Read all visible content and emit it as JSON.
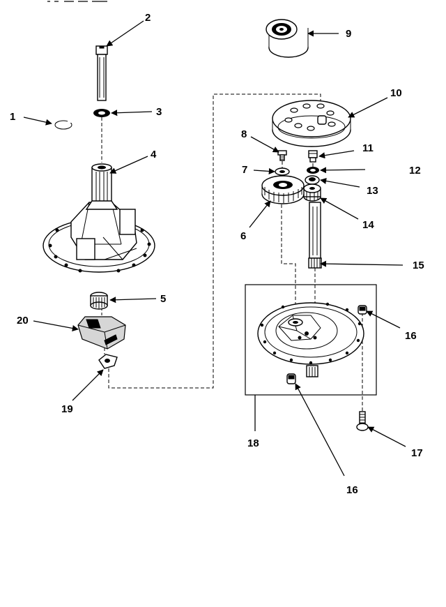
{
  "callouts": [
    {
      "id": "c1",
      "label": "1"
    },
    {
      "id": "c2",
      "label": "2"
    },
    {
      "id": "c3",
      "label": "3"
    },
    {
      "id": "c4",
      "label": "4"
    },
    {
      "id": "c5",
      "label": "5"
    },
    {
      "id": "c6",
      "label": "6"
    },
    {
      "id": "c7",
      "label": "7"
    },
    {
      "id": "c8",
      "label": "8"
    },
    {
      "id": "c9",
      "label": "9"
    },
    {
      "id": "c10",
      "label": "10"
    },
    {
      "id": "c11",
      "label": "11"
    },
    {
      "id": "c12",
      "label": "12"
    },
    {
      "id": "c13",
      "label": "13"
    },
    {
      "id": "c14",
      "label": "14"
    },
    {
      "id": "c15",
      "label": "15"
    },
    {
      "id": "c16a",
      "label": "16"
    },
    {
      "id": "c16b",
      "label": "16"
    },
    {
      "id": "c17",
      "label": "17"
    },
    {
      "id": "c18",
      "label": "18"
    },
    {
      "id": "c19",
      "label": "19"
    },
    {
      "id": "c20",
      "label": "20"
    }
  ]
}
